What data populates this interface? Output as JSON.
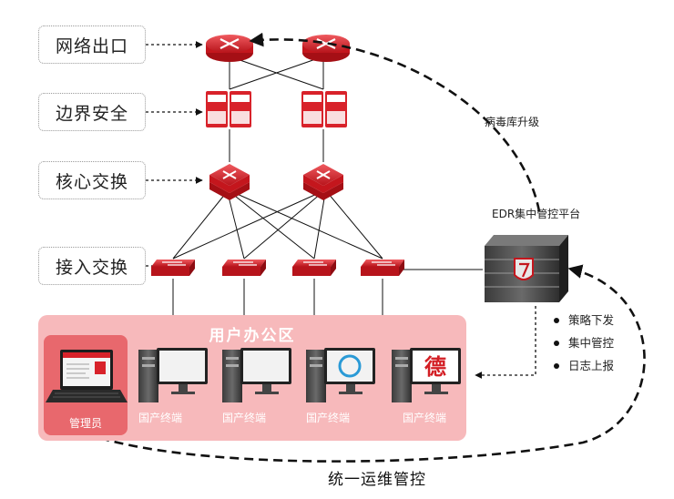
{
  "tiers": [
    {
      "id": "egress",
      "label": "网络出口"
    },
    {
      "id": "border",
      "label": "边界安全"
    },
    {
      "id": "core",
      "label": "核心交换"
    },
    {
      "id": "access",
      "label": "接入交换"
    }
  ],
  "office_zone": {
    "title": "用户办公区",
    "admin_label": "管理员",
    "terminal_label": "国产终端",
    "terminal_logos": [
      {
        "glyph": "",
        "color": "#c8102e"
      },
      {
        "glyph": "",
        "color": "#1e78c8"
      },
      {
        "glyph": "",
        "color": "#2a9ad6"
      },
      {
        "glyph": "德",
        "color": "#d31e24"
      }
    ]
  },
  "edr": {
    "title": "EDR集中管控平台",
    "upgrade_label": "病毒库升级",
    "functions": [
      "策略下发",
      "集中管控",
      "日志上报"
    ]
  },
  "footer_label": "统一运维管控",
  "colors": {
    "accent": "#d8222a",
    "zone": "#f7b9bb",
    "admin_card": "#e8686d"
  }
}
